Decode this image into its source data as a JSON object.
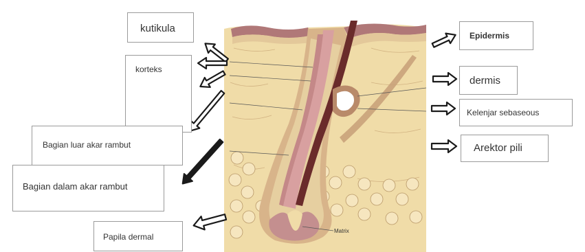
{
  "labels": {
    "kutikula": "kutikula",
    "korteks": "korteks",
    "bagian_luar": "Bagian  luar akar rambut",
    "bagian_dalam": "Bagian dalam akar rambut",
    "papila": "Papila dermal",
    "epidermis": "Epidermis",
    "dermis": "dermis",
    "kelenjar": "Kelenjar sebaseous",
    "arektor": "Arektor pili",
    "matrix": "Matrix"
  },
  "colors": {
    "skin_background": "#f0dca8",
    "epidermis_top": "#b07878",
    "root_sheath": "#d8a0a0",
    "hair_shaft": "#6a2b2b",
    "arrow_outline": "#1a1a1a"
  }
}
